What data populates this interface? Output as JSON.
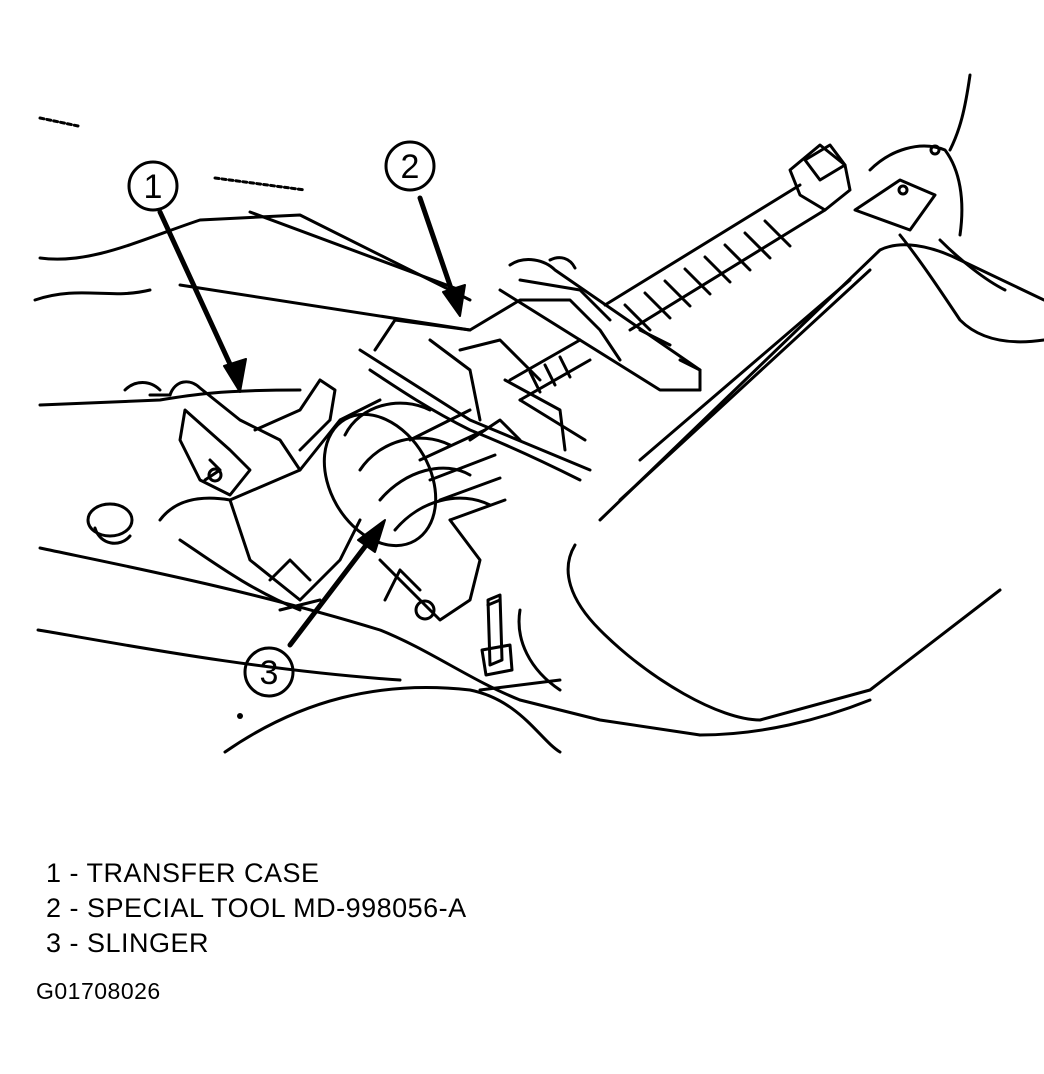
{
  "figure": {
    "callouts": [
      {
        "number": "1"
      },
      {
        "number": "2"
      },
      {
        "number": "3"
      }
    ]
  },
  "legend": {
    "items": [
      {
        "text": "1 - TRANSFER CASE"
      },
      {
        "text": "2 - SPECIAL TOOL MD-998056-A"
      },
      {
        "text": "3 - SLINGER"
      }
    ]
  },
  "figure_id": "G01708026"
}
